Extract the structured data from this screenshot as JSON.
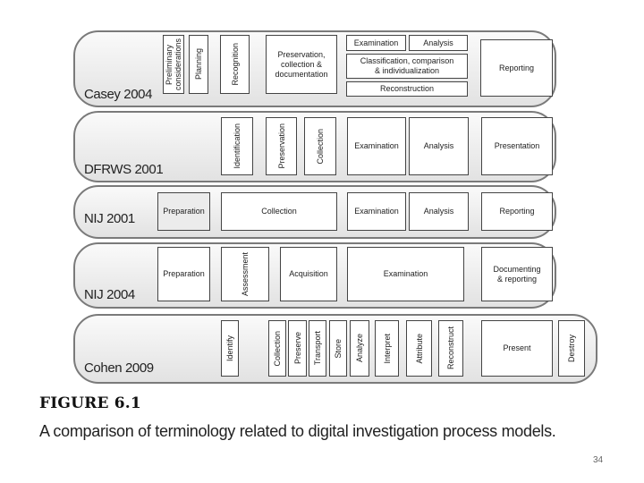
{
  "models": {
    "casey": {
      "name": "Casey 2004",
      "steps": {
        "preliminary": "Preliminary considerations",
        "planning": "Planning",
        "recognition": "Recognition",
        "preservation": "Preservation, collection & documentation",
        "examination": "Examination",
        "analysis": "Analysis",
        "classification": "Classification, comparison & individualization",
        "reconstruction": "Reconstruction",
        "reporting": "Reporting"
      }
    },
    "dfrws": {
      "name": "DFRWS 2001",
      "steps": {
        "identification": "Identification",
        "preservation": "Preservation",
        "collection": "Collection",
        "examination": "Examination",
        "analysis": "Analysis",
        "presentation": "Presentation"
      }
    },
    "nij2001": {
      "name": "NIJ 2001",
      "steps": {
        "preparation": "Preparation",
        "collection": "Collection",
        "examination": "Examination",
        "analysis": "Analysis",
        "reporting": "Reporting"
      }
    },
    "nij2004": {
      "name": "NIJ 2004",
      "steps": {
        "preparation": "Preparation",
        "assessment": "Assessment",
        "acquisition": "Acquisition",
        "examination": "Examination",
        "documenting": "Documenting & reporting"
      }
    },
    "cohen": {
      "name": "Cohen 2009",
      "steps": {
        "identify": "Identify",
        "collection": "Collection",
        "preserve": "Preserve",
        "transport": "Transport",
        "store": "Store",
        "analyze": "Analyze",
        "interpret": "Interpret",
        "attribute": "Attribute",
        "reconstruct": "Reconstruct",
        "present": "Present",
        "destroy": "Destroy"
      }
    }
  },
  "figure": {
    "label": "FIGURE 6.1",
    "caption": "A comparison of terminology related to digital investigation process models."
  },
  "page_number": "34"
}
